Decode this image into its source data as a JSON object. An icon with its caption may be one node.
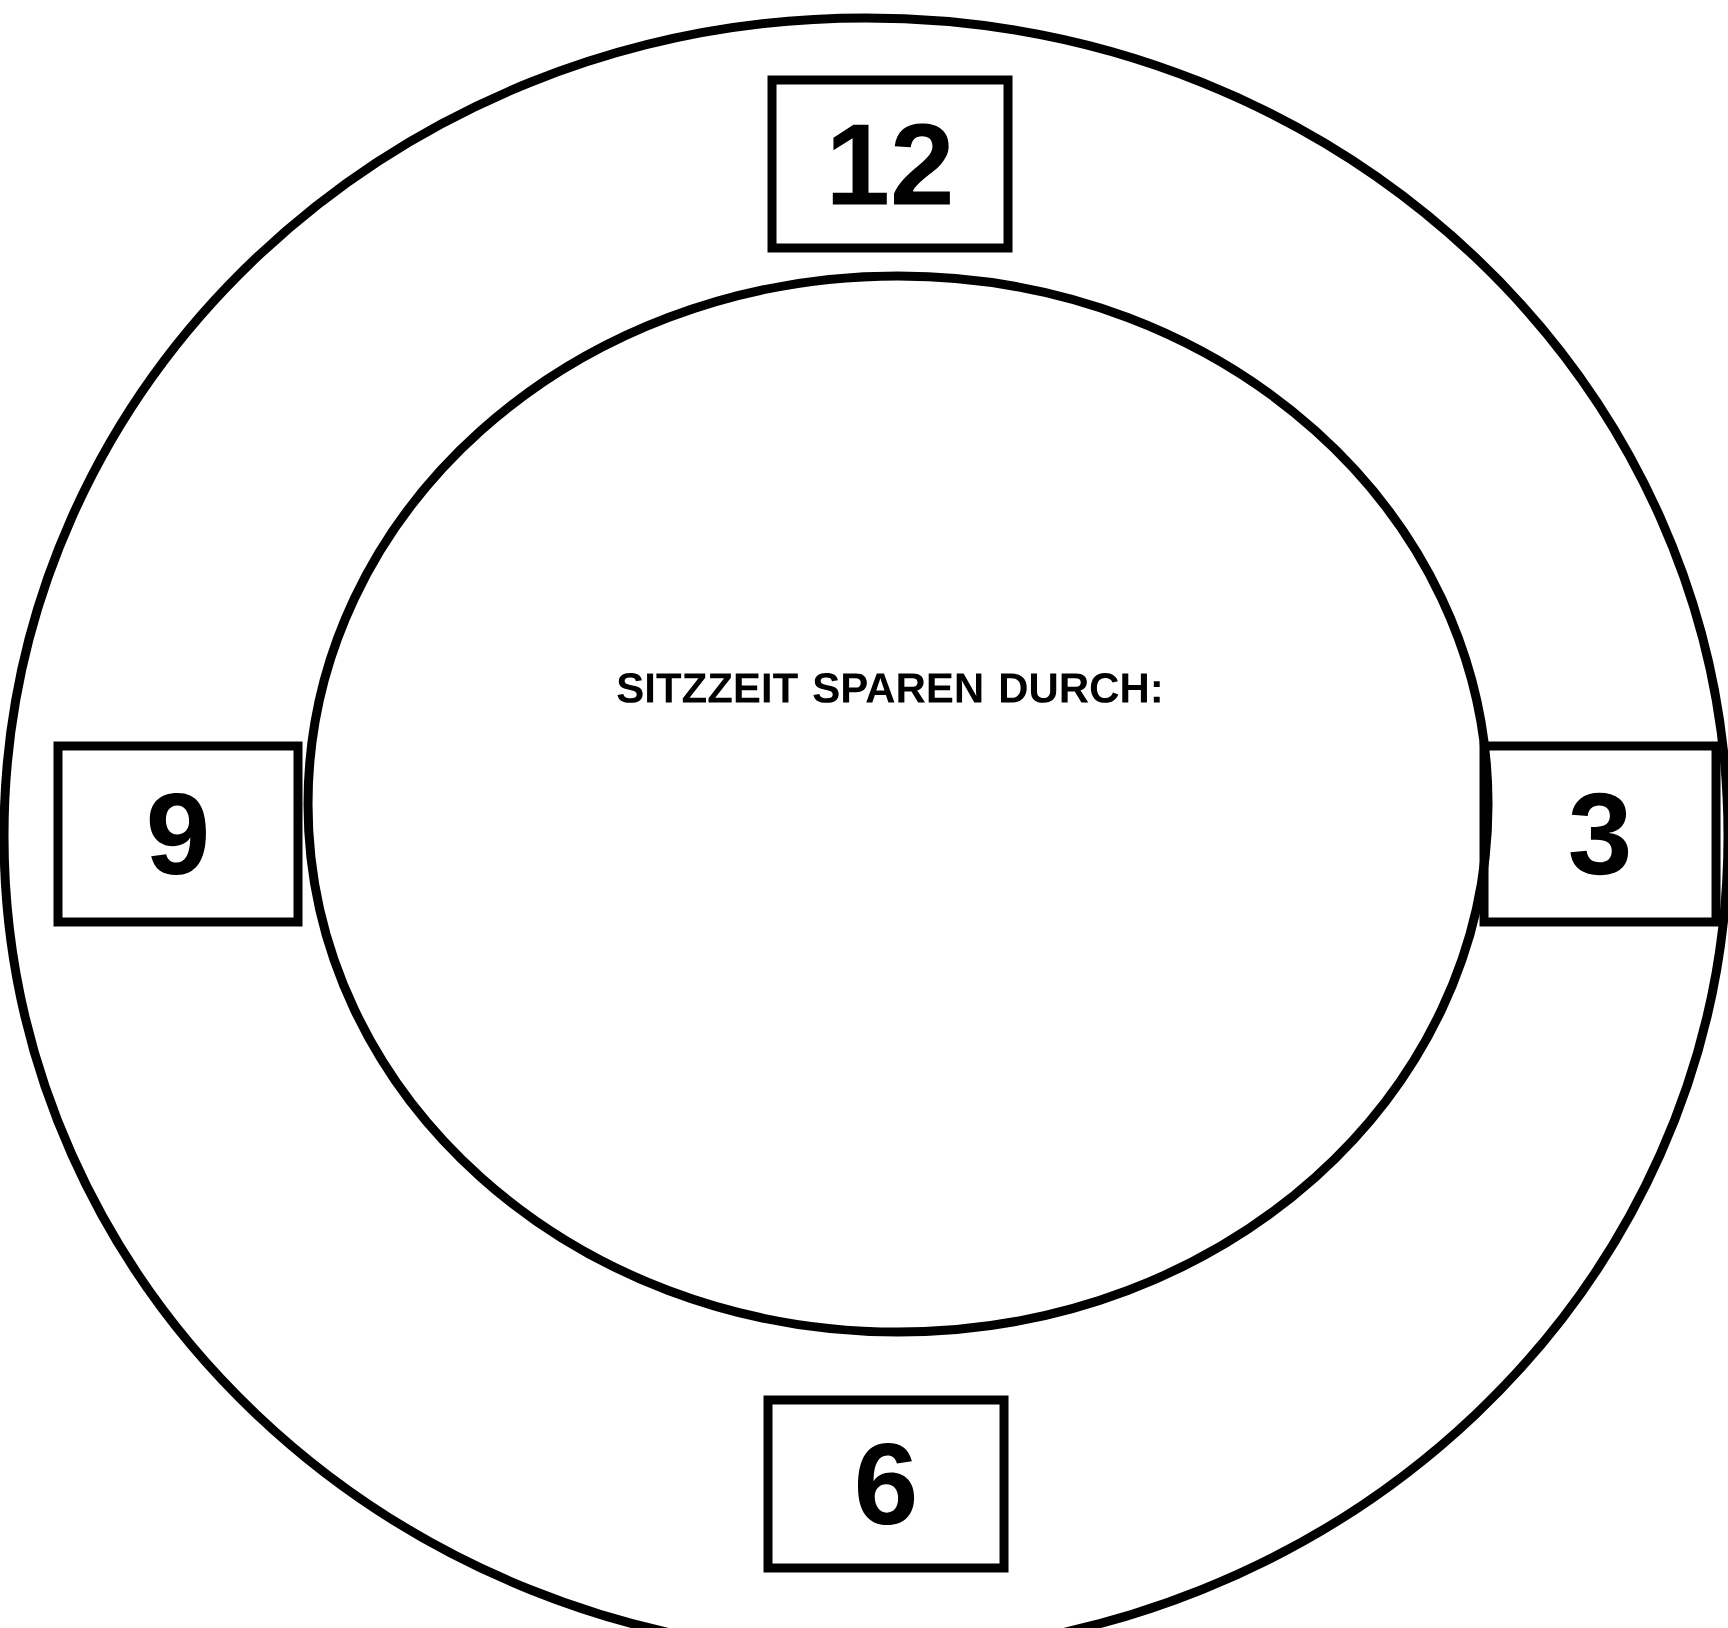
{
  "diagram": {
    "nodes": [
      {
        "text": [],
        "shape": "circle"
      },
      {
        "text": [
          "12"
        ],
        "in": 0
      },
      {
        "text": [
          "SITZZEIT SPAREN DURCH:"
        ],
        "in": 0
      },
      {
        "text": [
          "9"
        ],
        "in": 0
      },
      {
        "text": [
          "3"
        ],
        "in": 0
      },
      {
        "text": [
          "6"
        ],
        "in": 0
      }
    ]
  }
}
